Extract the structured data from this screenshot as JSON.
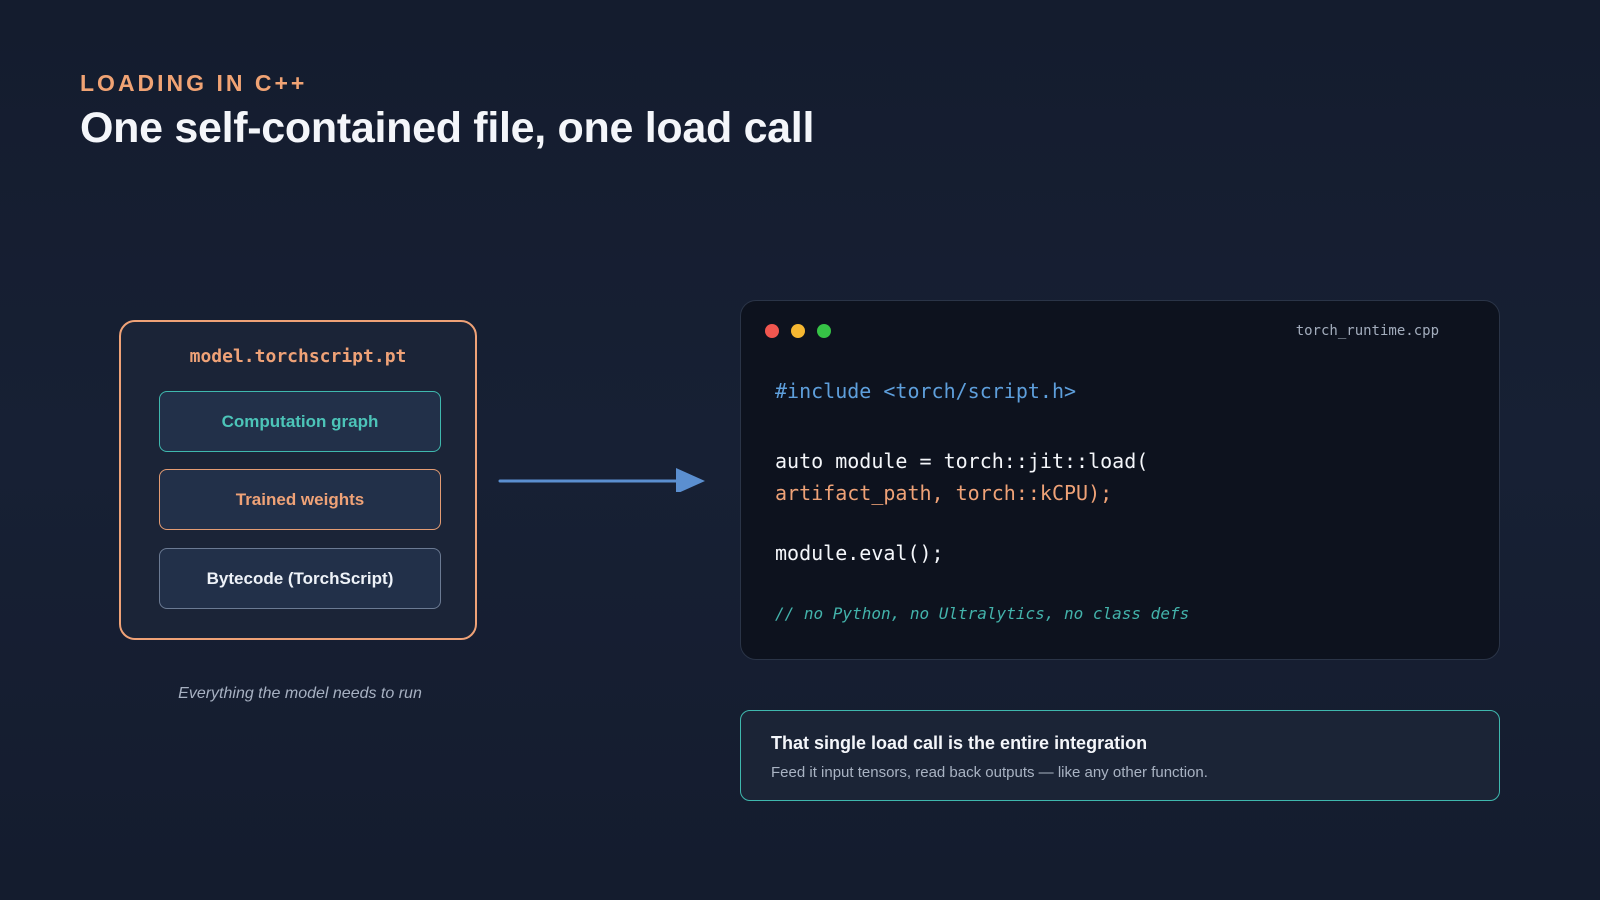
{
  "header": {
    "kicker": "LOADING IN C++",
    "title": "One self-contained file, one load call"
  },
  "file_card": {
    "filename": "model.torchscript.pt",
    "parts": [
      {
        "label": "Computation graph",
        "accent": "#3fb8ae"
      },
      {
        "label": "Trained weights",
        "accent": "#efa277"
      },
      {
        "label": "Bytecode (TorchScript)",
        "accent": "#6b7a93"
      }
    ],
    "caption": "Everything the model needs to run"
  },
  "code_window": {
    "filename": "torch_runtime.cpp",
    "lines": {
      "include": "#include <torch/script.h>",
      "load": "auto module = torch::jit::load(",
      "args": "artifact_path, torch::kCPU);",
      "eval": "module.eval();",
      "comment": "// no Python, no Ultralytics, no class defs"
    }
  },
  "callout": {
    "title": "That single load call is the entire integration",
    "body": "Feed it input tensors, read back outputs — like any other function."
  },
  "colors": {
    "accent_orange": "#efa277",
    "accent_teal": "#3fb8ae",
    "arrow_blue": "#5b8fd0",
    "background": "#151d2f"
  },
  "icons": {
    "arrow": "arrow-right-icon",
    "window_controls": [
      "close-dot-icon",
      "minimize-dot-icon",
      "maximize-dot-icon"
    ]
  }
}
